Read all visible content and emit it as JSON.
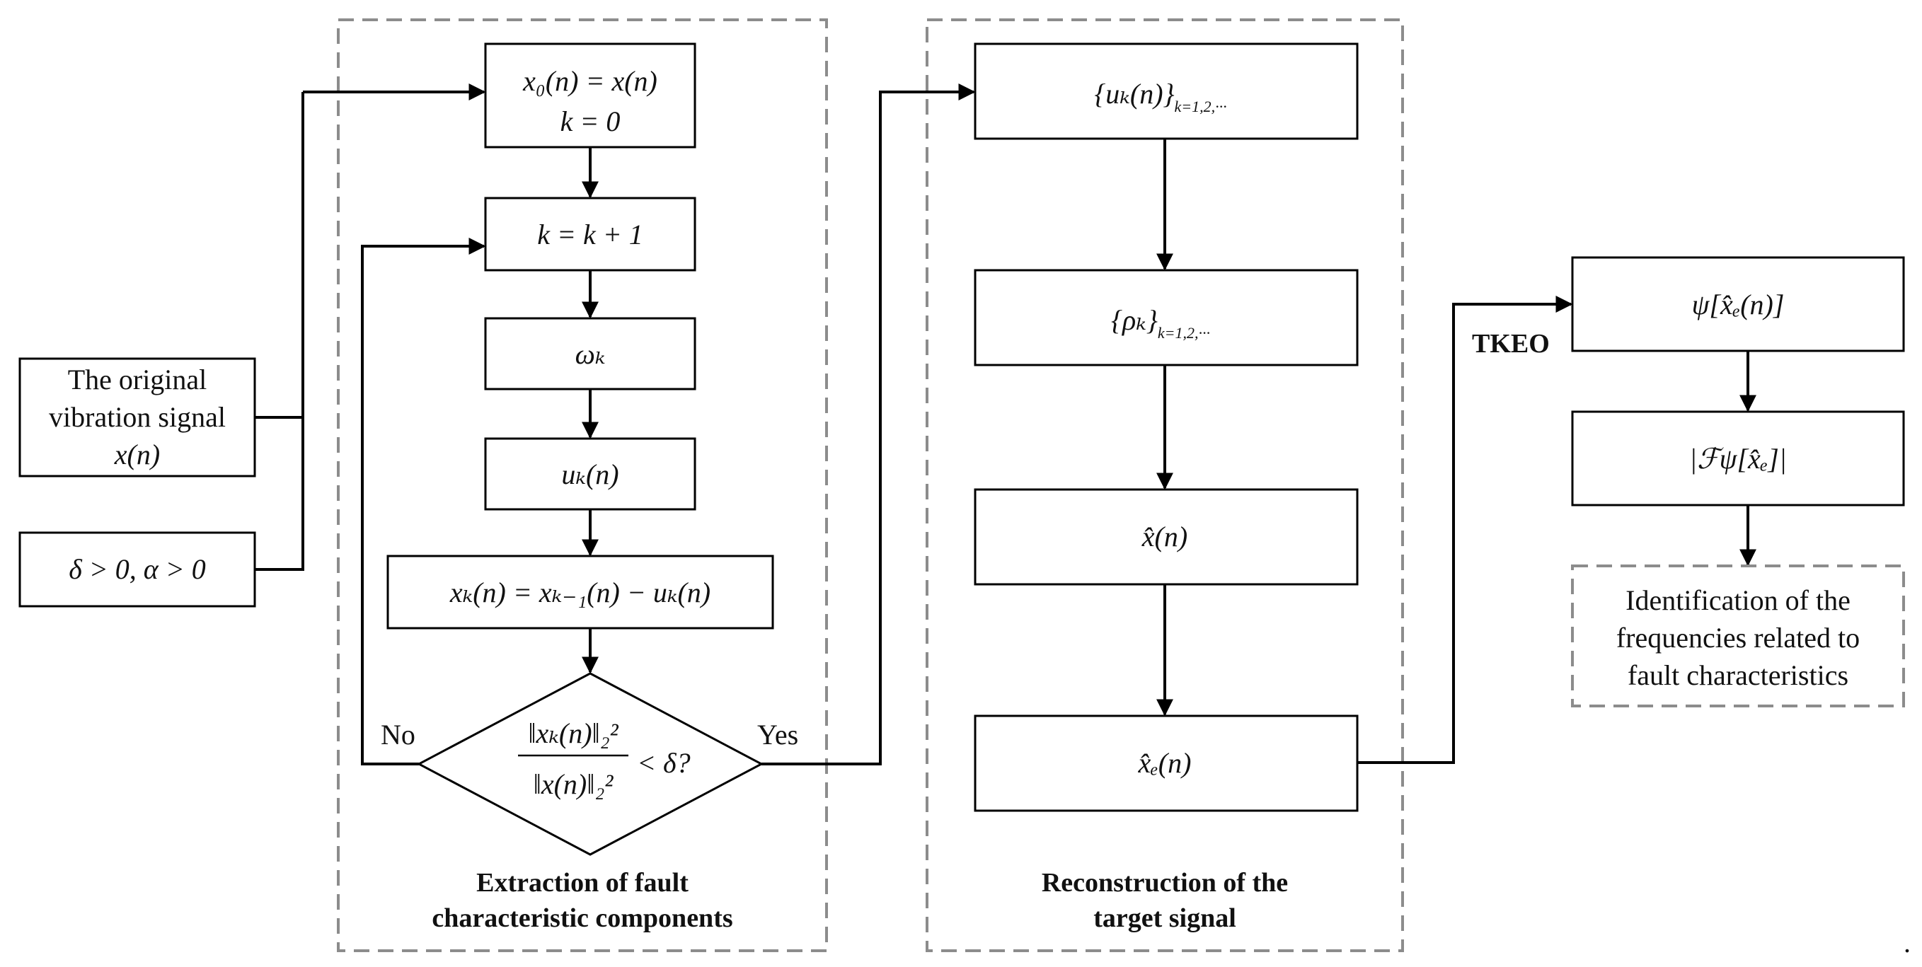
{
  "inputs": {
    "signal_lines": [
      "The original",
      "vibration signal",
      "x(n)"
    ],
    "params": "δ > 0,  α > 0"
  },
  "extraction": {
    "caption_lines": [
      "Extraction of fault",
      "characteristic components"
    ],
    "init_line1": "x₀(n) = x(n)",
    "init_line2": "k = 0",
    "increment": "k = k + 1",
    "omega": "ωₖ",
    "mode": "uₖ(n)",
    "residual": "xₖ(n) = xₖ₋₁(n) − uₖ(n)",
    "condition_num": "‖xₖ(n)‖₂²",
    "condition_den": "‖x(n)‖₂²",
    "condition_rhs": "< δ?",
    "no_label": "No",
    "yes_label": "Yes"
  },
  "reconstruction": {
    "caption_lines": [
      "Reconstruction of the",
      "target signal"
    ],
    "modes_set": "{uₖ(n)}",
    "modes_sub": "k=1,2,···",
    "rho_set": "{ρₖ}",
    "rho_sub": "k=1,2,···",
    "xhat": "x̂(n)",
    "xhat_e": "x̂ₑ(n)"
  },
  "analysis": {
    "tkeo_label": "TKEO",
    "psi": "ψ[x̂ₑ(n)]",
    "spectrum": "|ℱψ[x̂ₑ]|",
    "output_lines": [
      "Identification of the",
      "frequencies related to",
      "fault characteristics"
    ]
  },
  "trailing_mark": "."
}
